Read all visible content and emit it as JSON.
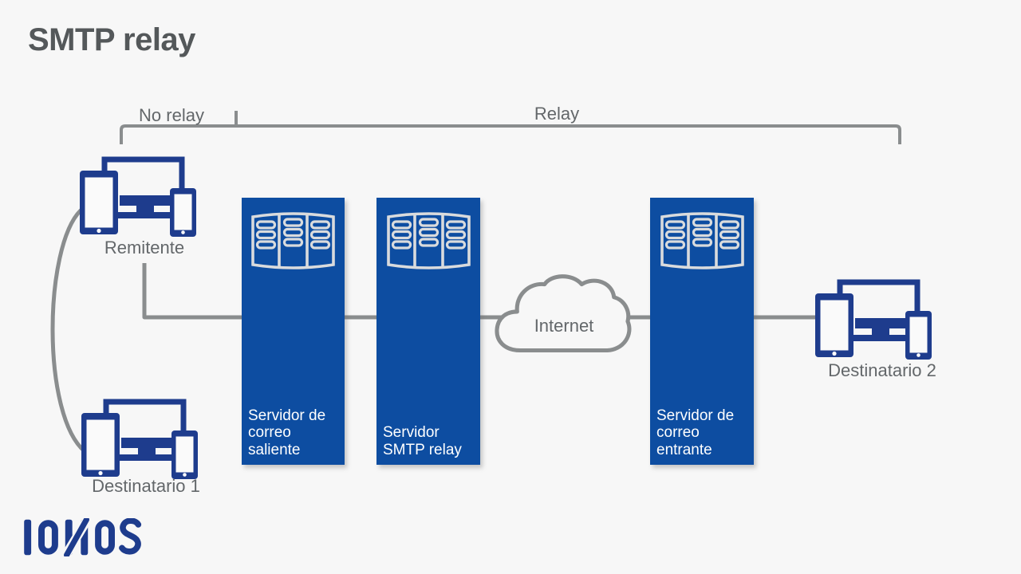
{
  "title": "SMTP relay",
  "bracket": {
    "no_relay": "No relay",
    "relay": "Relay"
  },
  "nodes": {
    "sender_label": "Remitente",
    "recipient1_label": "Destinatario 1",
    "recipient2_label": "Destinatario 2",
    "cloud_label": "Internet"
  },
  "servers": [
    {
      "lines": [
        "Servidor de",
        "correo",
        "saliente"
      ]
    },
    {
      "lines": [
        "Servidor",
        "SMTP relay"
      ]
    },
    {
      "lines": [
        "Servidor de",
        "correo",
        "entrante"
      ]
    }
  ],
  "logo": "IONOS",
  "colors": {
    "background": "#F7F7F7",
    "navy": "#1E3C8D",
    "server_blue": "#0D4DA1",
    "line_gray": "#8A8D8E",
    "label_gray": "#63676A",
    "title_gray": "#54585A",
    "rack_stroke": "#D9DBDD"
  }
}
